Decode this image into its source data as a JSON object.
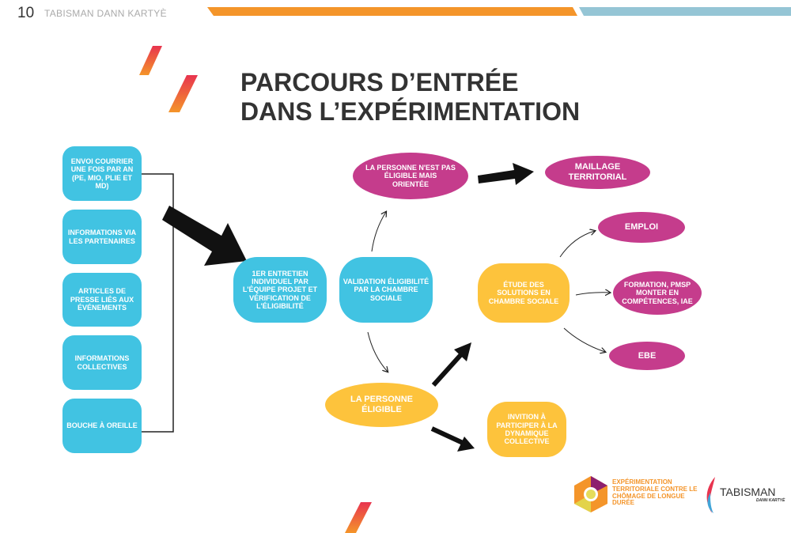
{
  "header": {
    "page_number": "10",
    "running_title": "TABISMAN DANN KARTYÈ"
  },
  "title": {
    "line1": "PARCOURS D’ENTRÉE",
    "line2": "DANS L’EXPÉRIMENTATION"
  },
  "sources": [
    "ENVOI COURRIER UNE FOIS PAR AN (PE, MIO, PLIE ET MD)",
    "INFORMATIONS VIA LES PARTENAIRES",
    "ARTICLES DE PRESSE LIÉS AUX ÉVÉNEMENTS",
    "INFORMATIONS COLLECTIVES",
    "BOUCHE À OREILLE"
  ],
  "steps": {
    "entretien": "1ER ENTRETIEN INDIVIDUEL PAR L'ÉQUIPE PROJET ET VÉRIFICATION DE L'ÉLIGIBILITÉ",
    "validation": "VALIDATION ÉLIGIBILITÉ PAR LA CHAMBRE SOCIALE",
    "non_eligible": "LA PERSONNE N'EST PAS ÉLIGIBLE MAIS ORIENTÉE",
    "maillage": "MAILLAGE TERRITORIAL",
    "eligible": "LA PERSONNE ÉLIGIBLE",
    "etude": "ÉTUDE DES SOLUTIONS EN CHAMBRE SOCIALE",
    "invitation": "INVITION À PARTICIPER À LA DYNAMIQUE COLLECTIVE",
    "emploi": "EMPLOI",
    "formation": "FORMATION, PMSP MONTER EN COMPÉTENCES, IAE",
    "ebe": "EBE"
  },
  "logos": {
    "etcld": "EXPÉRIMENTATION TERRITORIALE CONTRE LE CHÔMAGE DE LONGUE DURÉE",
    "tabisman": "TABISMAN",
    "tabisman_sub": "DANN KARTYÈ"
  },
  "colors": {
    "cyan": "#41c3e2",
    "magenta": "#c53c8c",
    "yellow": "#fdc33c",
    "orange": "#f4952a",
    "blue": "#95c5d5"
  }
}
